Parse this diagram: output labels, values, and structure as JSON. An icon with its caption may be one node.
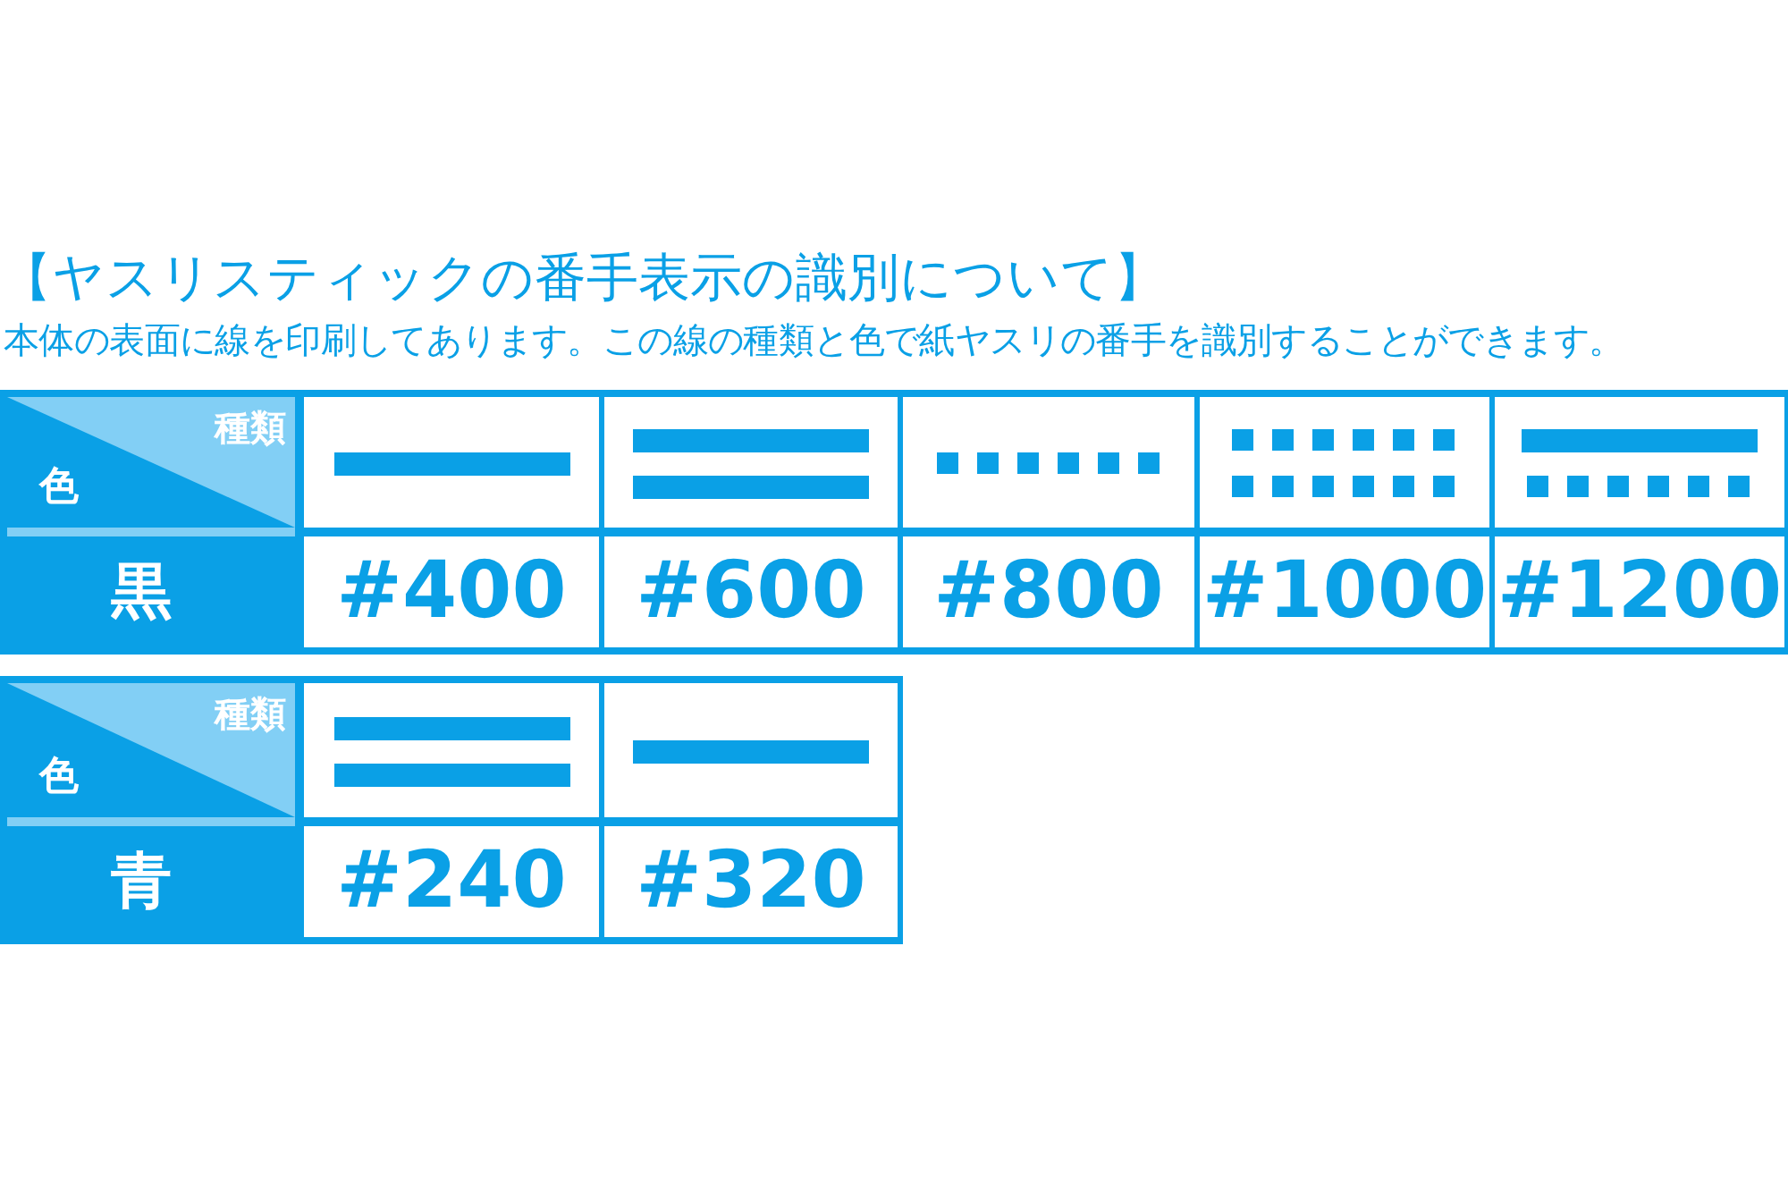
{
  "diagram": {
    "title": "【ヤスリスティックの番手表示の識別について】",
    "caption": "本体の表面に線を印刷してあります。この線の種類と色で紙ヤスリの番手を識別することができます。",
    "labels": [
      "種類",
      "色",
      "黒",
      "#400",
      "#600",
      "#800",
      "#1000",
      "#1200",
      "種類",
      "色",
      "青",
      "#240",
      "#320"
    ]
  }
}
